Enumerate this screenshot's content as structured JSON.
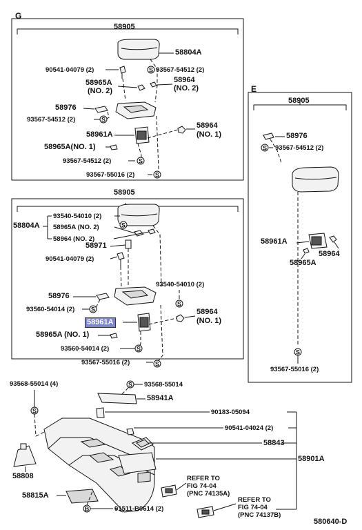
{
  "sections": {
    "g": {
      "letter": "G",
      "assembly": "58905"
    },
    "top": {
      "assembly": "58905"
    },
    "e": {
      "letter": "E",
      "assembly": "58905"
    }
  },
  "symbols": {
    "s": "S",
    "b": "B"
  },
  "labels": {
    "g_58804a": "58804A",
    "g_90541": "90541-04079 (2)",
    "g_93567_a": "93567-54512 (2)",
    "g_58965a": "58965A",
    "g_no2_a": "(NO. 2)",
    "g_58964": "58964",
    "g_no2_b": "(NO. 2)",
    "g_58976": "58976",
    "g_93567_b": "93567-54512 (2)",
    "g_58961a": "58961A",
    "g_58964b": "58964",
    "g_no1": "(NO. 1)",
    "g_58965a_no1": "58965A(NO. 1)",
    "g_93567_c": "93567-54512 (2)",
    "g_93567_d": "93567-55016 (2)",
    "m_58804a": "58804A",
    "m_93540_a": "93540-54010 (2)",
    "m_58965a_no2": "58965A (NO. 2)",
    "m_58964_no2": "58964 (NO. 2)",
    "m_58971": "58971",
    "m_90541": "90541-04079 (2)",
    "m_93540_b": "93540-54010 (2)",
    "m_58976": "58976",
    "m_93560_a": "93560-54014 (2)",
    "m_58964": "58964",
    "m_no1": "(NO. 1)",
    "m_58961a": "58961A",
    "m_58965a_no1": "58965A (NO. 1)",
    "m_93560_b": "93560-54014 (2)",
    "m_93567": "93567-55016 (2)",
    "e_58976": "58976",
    "e_93567_a": "93567-54512 (2)",
    "e_58961a": "58961A",
    "e_58964": "58964",
    "e_58965a": "58965A",
    "e_93567_b": "93567-55016 (2)",
    "b_93568_a": "93568-55014 (4)",
    "b_93568_b": "93568-55014",
    "b_58941a": "58941A",
    "b_90183": "90183-05094",
    "b_90541": "90541-04024 (2)",
    "b_58843": "58843",
    "b_58901a": "58901A",
    "b_58808": "58808",
    "b_refer1_a": "REFER TO",
    "b_refer1_b": "FIG 74-04",
    "b_refer1_c": "(PNC 74135A)",
    "b_refer2_a": "REFER TO",
    "b_refer2_b": "FIG 74-04",
    "b_refer2_c": "(PNC 74137B)",
    "b_58815a": "58815A",
    "b_91511": "91511-B0614 (2)",
    "footer": "580640-D"
  }
}
